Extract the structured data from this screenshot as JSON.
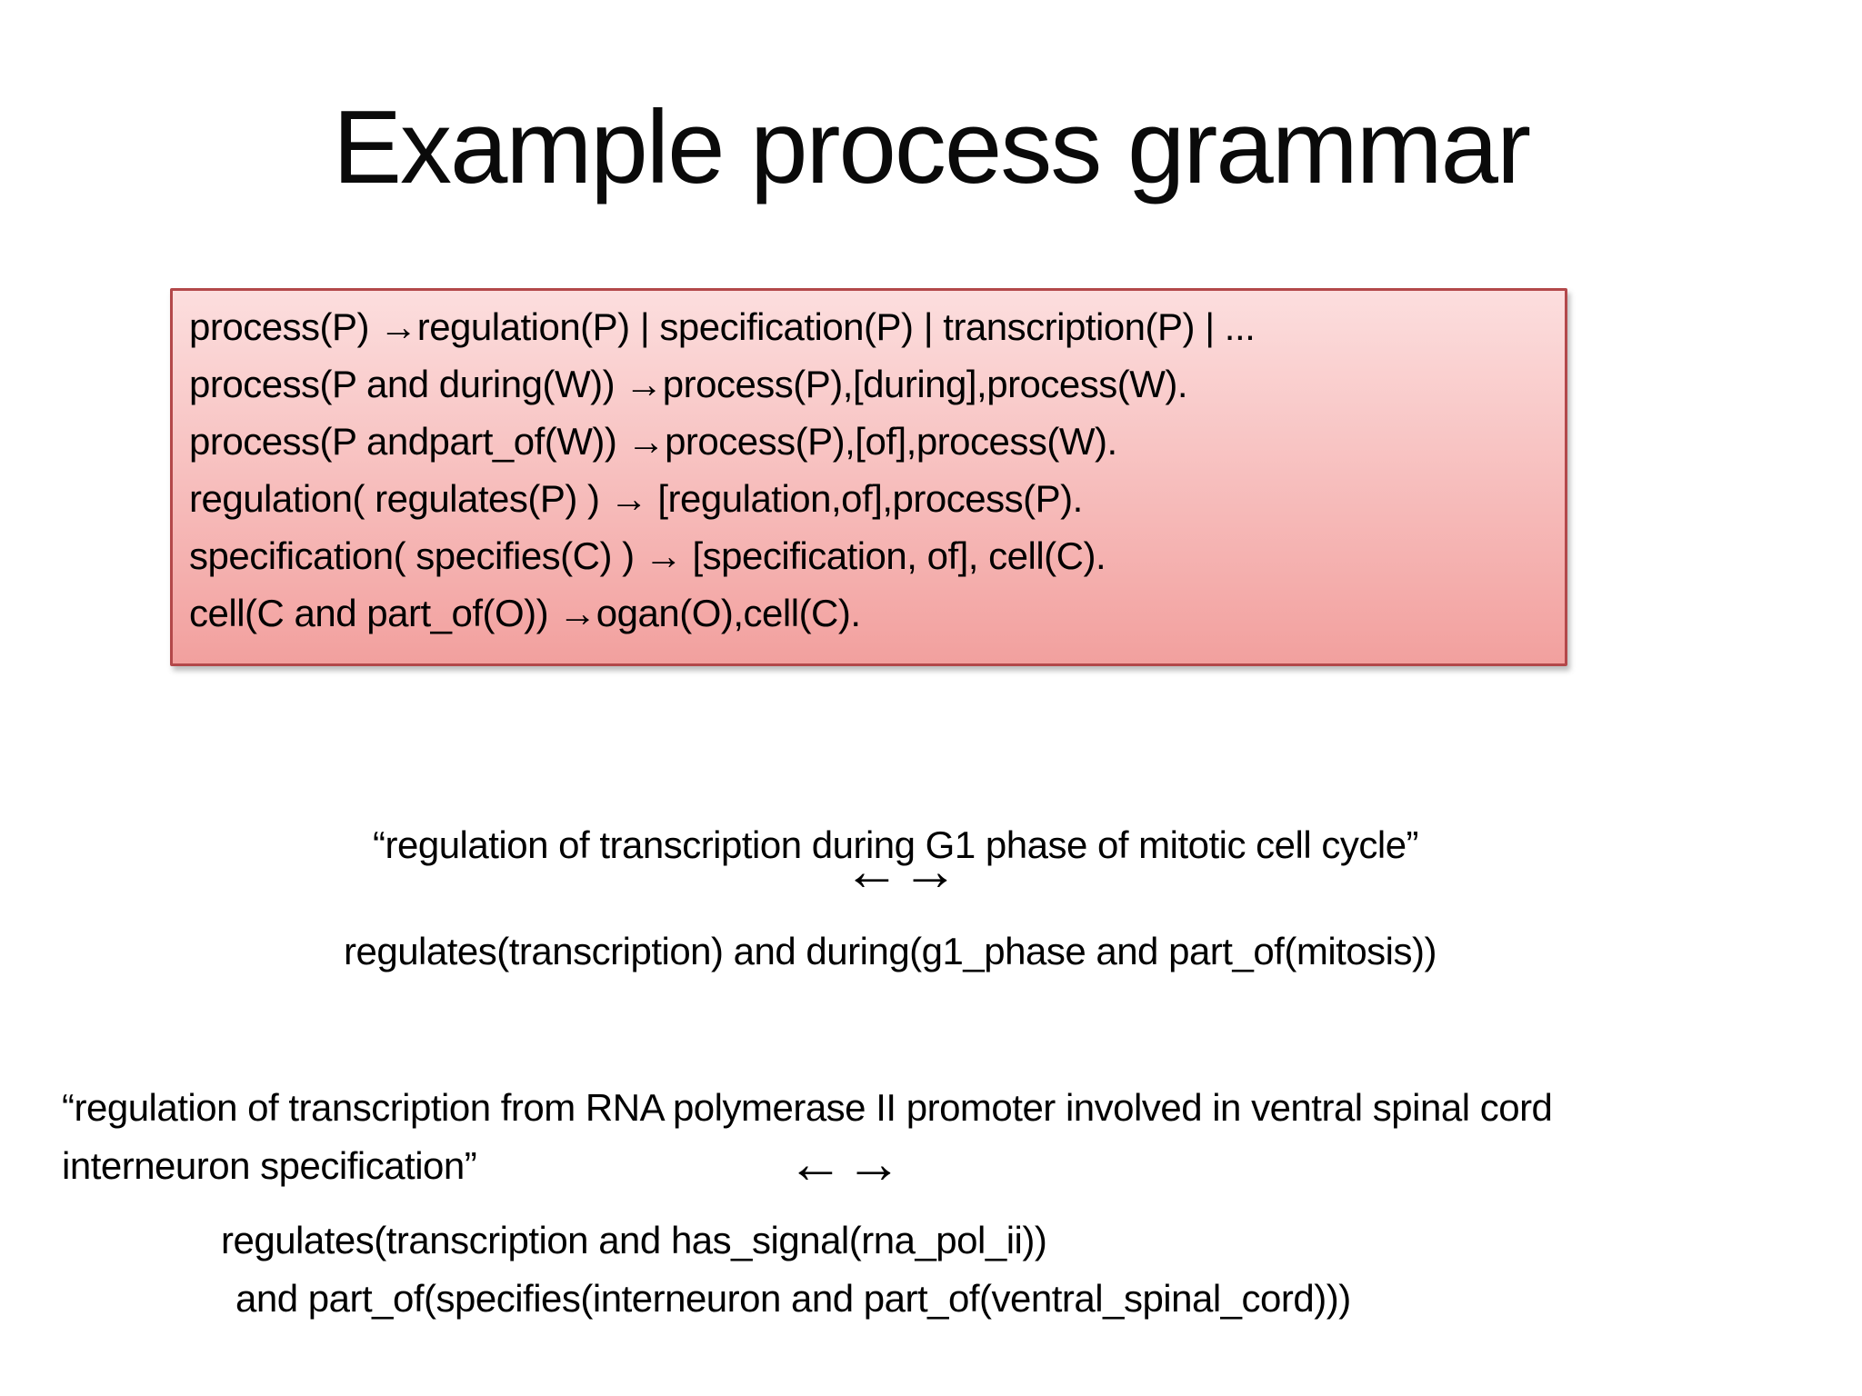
{
  "slide": {
    "title": "Example process grammar",
    "grammar_box": {
      "lines": [
        "process(P) →regulation(P) | specification(P) | transcription(P) | ...",
        "process(P and during(W)) →process(P),[during],process(W).",
        "process(P andpart_of(W)) →process(P),[of],process(W).",
        "regulation( regulates(P) ) → [regulation,of],process(P).",
        "specification( specifies(C) ) → [specification, of], cell(C).",
        "cell(C and part_of(O)) →ogan(O),cell(C)."
      ],
      "colors": {
        "border": "#b3484a",
        "fill_top": "#fcdede",
        "fill_bottom": "#f2a09e",
        "text": "#000000"
      }
    },
    "example1": {
      "quote": "“regulation of transcription during G1 phase of mitotic cell cycle”",
      "arrow": "←→",
      "formula": "regulates(transcription) and during(g1_phase and part_of(mitosis))"
    },
    "example2": {
      "quote_line1": "“regulation of transcription from RNA polymerase II promoter involved in ventral spinal cord",
      "quote_line2": "interneuron specification”",
      "arrow": "←→",
      "formula_line1": "regulates(transcription and has_signal(rna_pol_ii))",
      "formula_line2": "and part_of(specifies(interneuron and part_of(ventral_spinal_cord)))"
    }
  }
}
